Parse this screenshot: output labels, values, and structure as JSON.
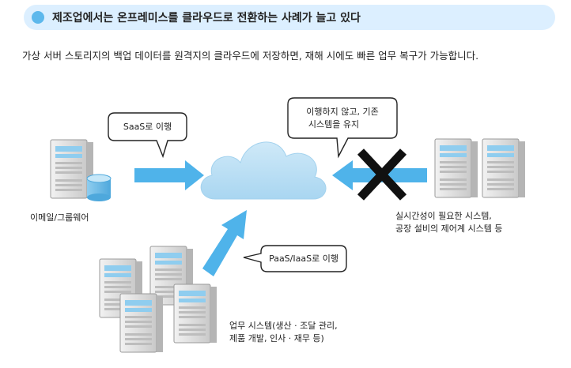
{
  "header": {
    "title": "제조업에서는 온프레미스를 클라우드로 전환하는 사례가 늘고 있다",
    "subtitle": "가상 서버 스토리지의 백업 데이터를 원격지의 클라우드에 저장하면, 재해 시에도 빠른 업무 복구가 가능합니다."
  },
  "bubbles": {
    "saas": "SaaS로 이행",
    "keep_line1": "이행하지 않고, 기존",
    "keep_line2": "시스템을 유지",
    "paas": "PaaS/IaaS로 이행"
  },
  "labels": {
    "email": "이메일/그룹웨어",
    "realtime_line1": "실시간성이 필요한 시스템,",
    "realtime_line2": "공장 설비의 제어계 시스템 등",
    "business_line1": "업무 시스템(생산 · 조달 관리,",
    "business_line2": "제품 개발, 인사 · 재무 등)"
  },
  "colors": {
    "accent": "#5db8ec",
    "banner_bg": "#dcefff",
    "arrow": "#4fb3ea",
    "cloud": "#bfe1f6",
    "server_body": "#e6e6e6",
    "server_screen": "#8fcdef",
    "cross": "#111111"
  },
  "icons": [
    "server-icon",
    "database-icon",
    "cloud-icon",
    "cross-icon",
    "arrow-icon",
    "speech-bubble-icon"
  ]
}
